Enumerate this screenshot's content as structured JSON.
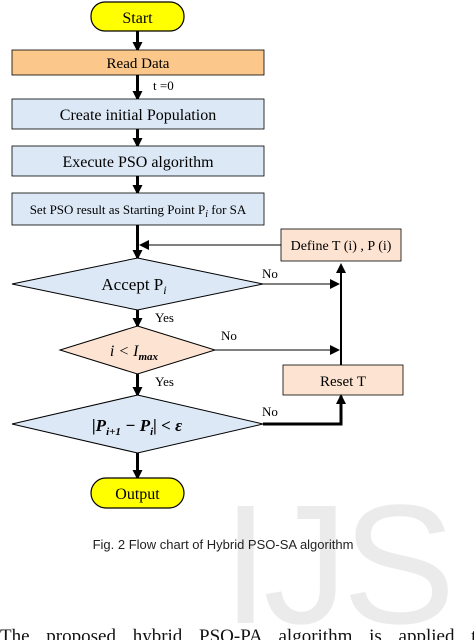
{
  "flowchart": {
    "start": "Start",
    "read_data": "Read Data",
    "t_init": "t =0",
    "create_population": "Create initial Population",
    "execute_pso": "Execute PSO algorithm",
    "set_pso_result": "Set PSO result as Starting Point P",
    "set_pso_result_sub": "i",
    "set_pso_result_tail": " for SA",
    "define_t": "Define T (i) , P (i)",
    "accept": "Accept P",
    "accept_sub": "i",
    "i_lt": "i < I",
    "i_lt_sub": "max",
    "convergence": "|P",
    "convergence_sub1": "i+1",
    "convergence_mid": " − P",
    "convergence_sub2": "i",
    "convergence_tail": "| < ε",
    "reset_t": "Reset T",
    "output": "Output",
    "yes_label_1": "Yes",
    "yes_label_2": "Yes",
    "no_label_1": "No",
    "no_label_2": "No",
    "no_label_3": "No"
  },
  "caption": "Fig. 2 Flow chart of Hybrid PSO-SA algorithm",
  "watermark": "IJS",
  "body_text": "The proposed hybrid PSO-PA algorithm is applied to",
  "colors": {
    "terminal_fill": "#ffff00",
    "process_orange": "#fbc78a",
    "process_blue": "#dce8f5",
    "decision_blue": "#dce8f5",
    "decision_orange": "#fde4d2",
    "reset_fill": "#fde4d2"
  }
}
